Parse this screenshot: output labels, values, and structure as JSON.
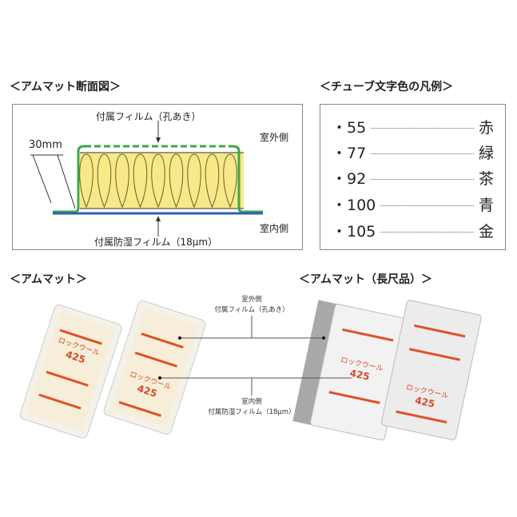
{
  "section_cross": {
    "title": "＜アムマット断面図＞",
    "top_film": "付属フィルム（孔あき）",
    "outdoor": "室外側",
    "indoor": "室内側",
    "thickness": "30mm",
    "bottom_film": "付属防湿フィルム（18μm）"
  },
  "legend": {
    "title": "＜チューブ文字色の凡例＞",
    "items": [
      {
        "num": "・55",
        "color": "赤"
      },
      {
        "num": "・77",
        "color": "緑"
      },
      {
        "num": "・92",
        "color": "茶"
      },
      {
        "num": "・100",
        "color": "青"
      },
      {
        "num": "・105",
        "color": "金"
      }
    ]
  },
  "photos": {
    "left_title": "＜アムマット＞",
    "right_title": "＜アムマット（長尺品）＞",
    "top_label_1": "室外側",
    "top_label_2": "付属フィルム（孔あき）",
    "bottom_label_1": "室内側",
    "bottom_label_2": "付属防湿フィルム（18μm）",
    "bag_text": "ロックウール",
    "bag_num": "425"
  },
  "colors": {
    "green": "#3aa84a",
    "blue": "#2b5fb0",
    "yellow": "#f7e98a",
    "red": "#e0502a"
  }
}
